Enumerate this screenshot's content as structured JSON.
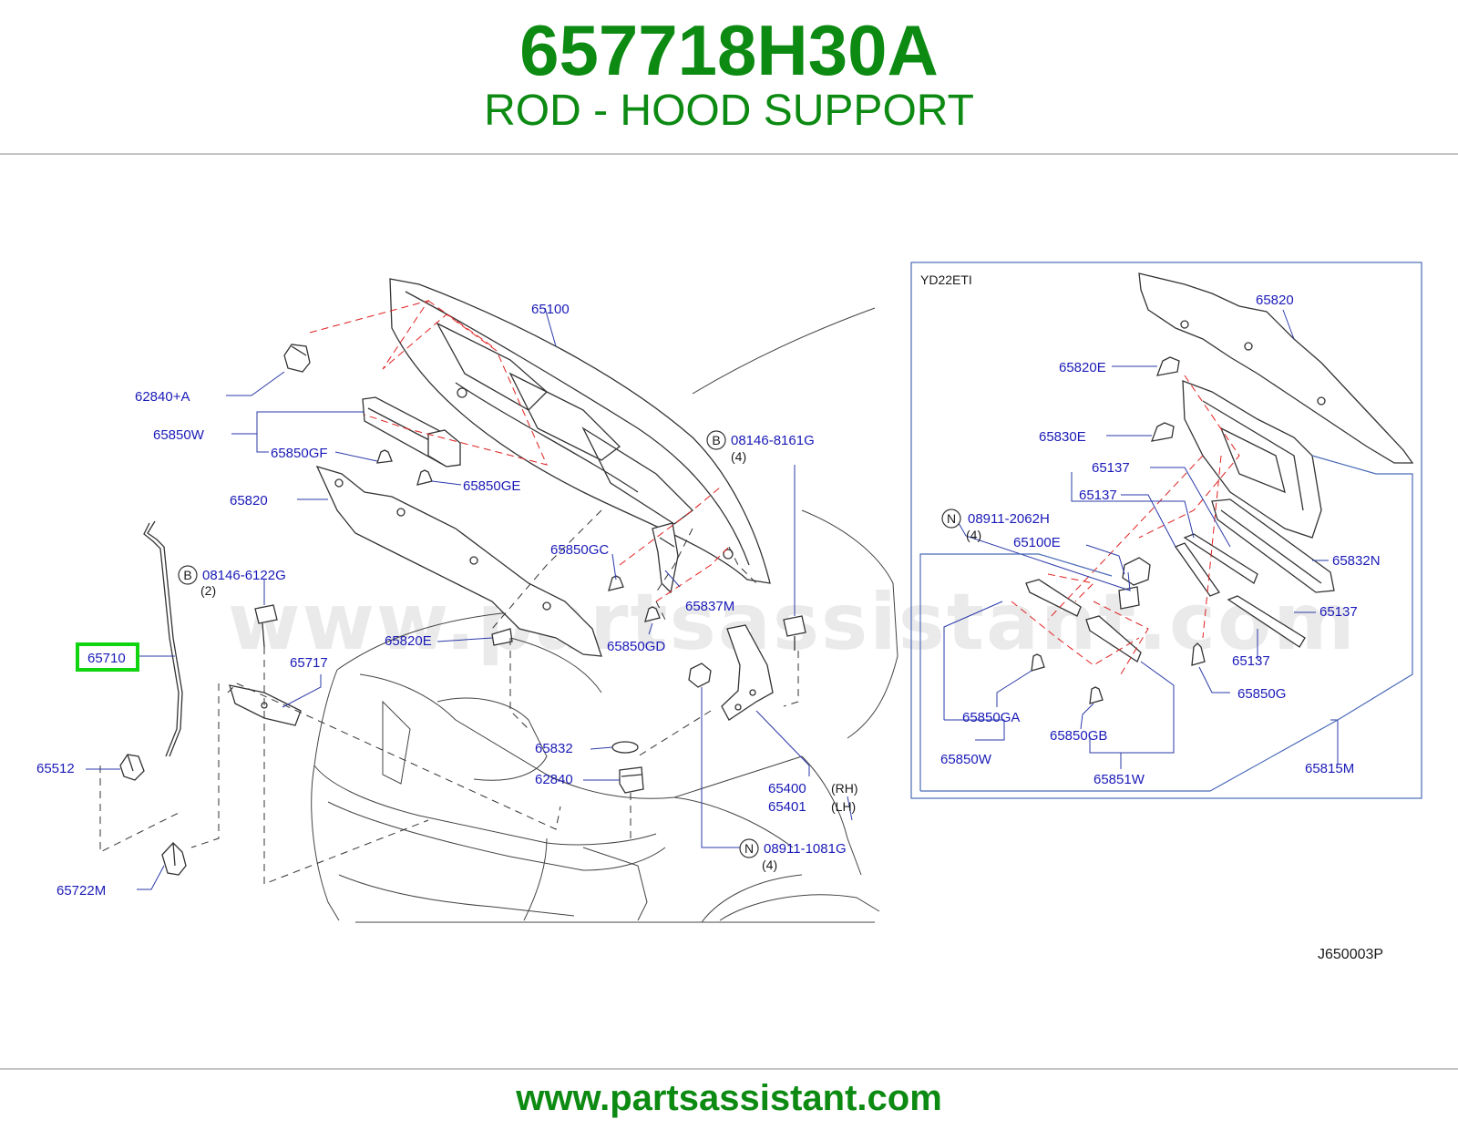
{
  "header": {
    "part_number": "657718H30A",
    "part_title": "ROD - HOOD SUPPORT"
  },
  "footer": {
    "url": "www.partsassistant.com",
    "drawing_code": "J650003P"
  },
  "watermark": "www.partsassistant.com",
  "highlight_color": "#0fd40f",
  "brand_color": "#0c8a12",
  "label_color": "#1a1ab8",
  "main_labels": {
    "l65100": "65100",
    "l62840a": "62840+A",
    "l65850w": "65850W",
    "l65850gf": "65850GF",
    "l65850ge": "65850GE",
    "l65820": "65820",
    "b_bolt_right": "08146-8161G",
    "b_bolt_right_qty": "(4)",
    "l65850gc": "65850GC",
    "b_bolt_left": "08146-6122G",
    "b_bolt_left_qty": "(2)",
    "l65837m": "65837M",
    "l65710": "65710",
    "l65820e": "65820E",
    "l65850gd": "65850GD",
    "l65717": "65717",
    "l65832": "65832",
    "l65512": "65512",
    "l62840": "62840",
    "l65400": "65400",
    "l65400_side": "(RH)",
    "l65401": "65401",
    "l65401_side": "(LH)",
    "n_nut": "08911-1081G",
    "n_nut_qty": "(4)",
    "l65722m": "65722M",
    "b_marker": "B",
    "n_marker": "N"
  },
  "inset": {
    "title": "YD22ETI",
    "l65820": "65820",
    "l65820e": "65820E",
    "l65830e": "65830E",
    "l65137_a": "65137",
    "l65137_b": "65137",
    "n_nut": "08911-2062H",
    "n_nut_qty": "(4)",
    "l65100e": "65100E",
    "l65832n": "65832N",
    "l65137_c": "65137",
    "l65137_d": "65137",
    "l65850g": "65850G",
    "l65850ga": "65850GA",
    "l65850gb": "65850GB",
    "l65850w": "65850W",
    "l65851w": "65851W",
    "l65815m": "65815M",
    "n_marker": "N"
  }
}
